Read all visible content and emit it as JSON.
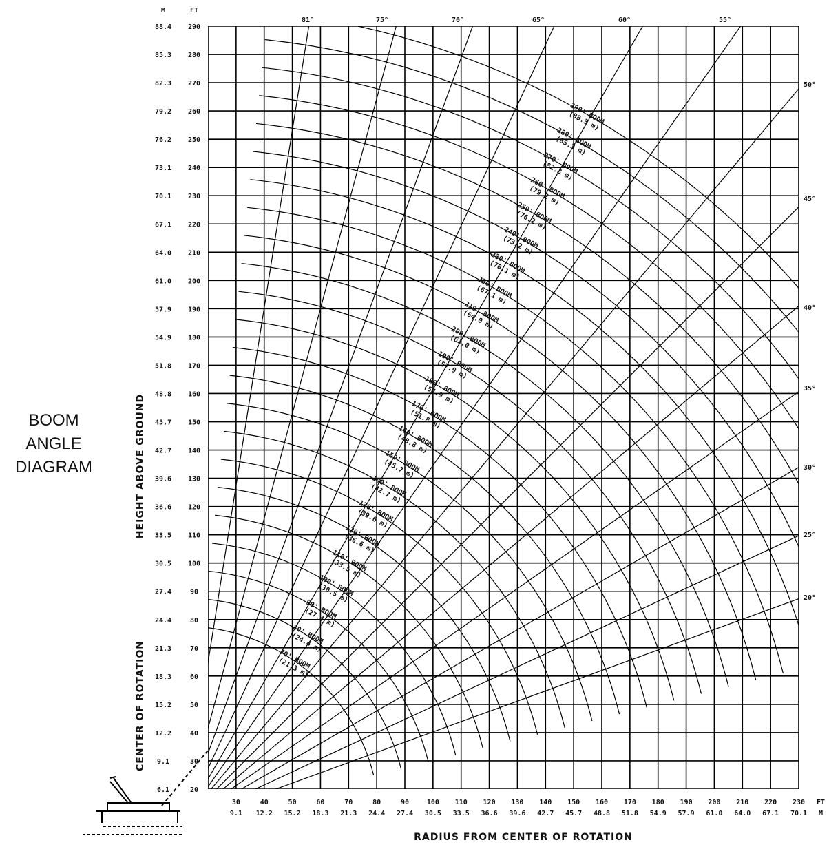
{
  "title_lines": [
    "BOOM",
    "ANGLE",
    "DIAGRAM"
  ],
  "chart_data": {
    "type": "line",
    "title": "BOOM ANGLE DIAGRAM",
    "xlabel": "RADIUS FROM CENTER OF ROTATION",
    "ylabel": "HEIGHT ABOVE GROUND",
    "secondary_ylabel": "CENTER OF ROTATION",
    "x_unit_ft": "FT",
    "x_unit_m": "M",
    "y_unit_m": "M",
    "y_unit_ft": "FT",
    "xlim": [
      20,
      230
    ],
    "ylim": [
      20,
      290
    ],
    "x_ticks_ft": [
      "30",
      "40",
      "50",
      "60",
      "70",
      "80",
      "90",
      "100",
      "110",
      "120",
      "130",
      "140",
      "150",
      "160",
      "170",
      "180",
      "190",
      "200",
      "210",
      "220",
      "230"
    ],
    "x_ticks_m": [
      "9.1",
      "12.2",
      "15.2",
      "18.3",
      "21.3",
      "24.4",
      "27.4",
      "30.5",
      "33.5",
      "36.6",
      "39.6",
      "42.7",
      "45.7",
      "48.8",
      "51.8",
      "54.9",
      "57.9",
      "61.0",
      "64.0",
      "67.1",
      "70.1"
    ],
    "y_ticks_ft": [
      "290",
      "280",
      "270",
      "260",
      "250",
      "240",
      "230",
      "220",
      "210",
      "200",
      "190",
      "180",
      "170",
      "160",
      "150",
      "140",
      "130",
      "120",
      "110",
      "100",
      "90",
      "80",
      "70",
      "60",
      "50",
      "40",
      "30",
      "20"
    ],
    "y_ticks_m": [
      "88.4",
      "85.3",
      "82.3",
      "79.2",
      "76.2",
      "73.1",
      "70.1",
      "67.1",
      "64.0",
      "61.0",
      "57.9",
      "54.9",
      "51.8",
      "48.8",
      "45.7",
      "42.7",
      "39.6",
      "36.6",
      "33.5",
      "30.5",
      "27.4",
      "24.4",
      "21.3",
      "18.3",
      "15.2",
      "12.2",
      "9.1",
      "6.1"
    ],
    "top_angle_labels": [
      "81°",
      "75°",
      "70°",
      "65°",
      "60°",
      "55°"
    ],
    "right_angle_labels": [
      "50°",
      "45°",
      "40°",
      "35°",
      "30°",
      "25°",
      "20°"
    ],
    "boom_angles_deg": [
      81,
      75,
      70,
      65,
      60,
      55,
      50,
      45,
      40,
      35,
      30,
      25,
      20
    ],
    "boom_lengths": [
      {
        "ft": 70,
        "label": "70' BOOM",
        "metric": "(21.3 m)"
      },
      {
        "ft": 80,
        "label": "80' BOOM",
        "metric": "(24.4 m)"
      },
      {
        "ft": 90,
        "label": "90' BOOM",
        "metric": "(27.4 m)"
      },
      {
        "ft": 100,
        "label": "100' BOOM",
        "metric": "(30.5 m)"
      },
      {
        "ft": 110,
        "label": "110' BOOM",
        "metric": "(33.5 m)"
      },
      {
        "ft": 120,
        "label": "120' BOOM",
        "metric": "(36.6 m)"
      },
      {
        "ft": 130,
        "label": "130' BOOM",
        "metric": "(39.6 m)"
      },
      {
        "ft": 140,
        "label": "140' BOOM",
        "metric": "(42.7 m)"
      },
      {
        "ft": 150,
        "label": "150' BOOM",
        "metric": "(45.7 m)"
      },
      {
        "ft": 160,
        "label": "160' BOOM",
        "metric": "(48.8 m)"
      },
      {
        "ft": 170,
        "label": "170' BOOM",
        "metric": "(51.8 m)"
      },
      {
        "ft": 180,
        "label": "180' BOOM",
        "metric": "(54.9 m)"
      },
      {
        "ft": 190,
        "label": "190' BOOM",
        "metric": "(57.9 m)"
      },
      {
        "ft": 200,
        "label": "200' BOOM",
        "metric": "(61.0 m)"
      },
      {
        "ft": 210,
        "label": "210' BOOM",
        "metric": "(64.0 m)"
      },
      {
        "ft": 220,
        "label": "220' BOOM",
        "metric": "(67.1 m)"
      },
      {
        "ft": 230,
        "label": "230' BOOM",
        "metric": "(70.1 m)"
      },
      {
        "ft": 240,
        "label": "240' BOOM",
        "metric": "(73.2 m)"
      },
      {
        "ft": 250,
        "label": "250' BOOM",
        "metric": "(76.2 m)"
      },
      {
        "ft": 260,
        "label": "260' BOOM",
        "metric": "(79.2 m)"
      },
      {
        "ft": 270,
        "label": "270' BOOM",
        "metric": "(82.3 m)"
      },
      {
        "ft": 280,
        "label": "280' BOOM",
        "metric": "(85.3 m)"
      },
      {
        "ft": 290,
        "label": "290' BOOM",
        "metric": "(88.3 m)"
      }
    ],
    "grid": true
  }
}
